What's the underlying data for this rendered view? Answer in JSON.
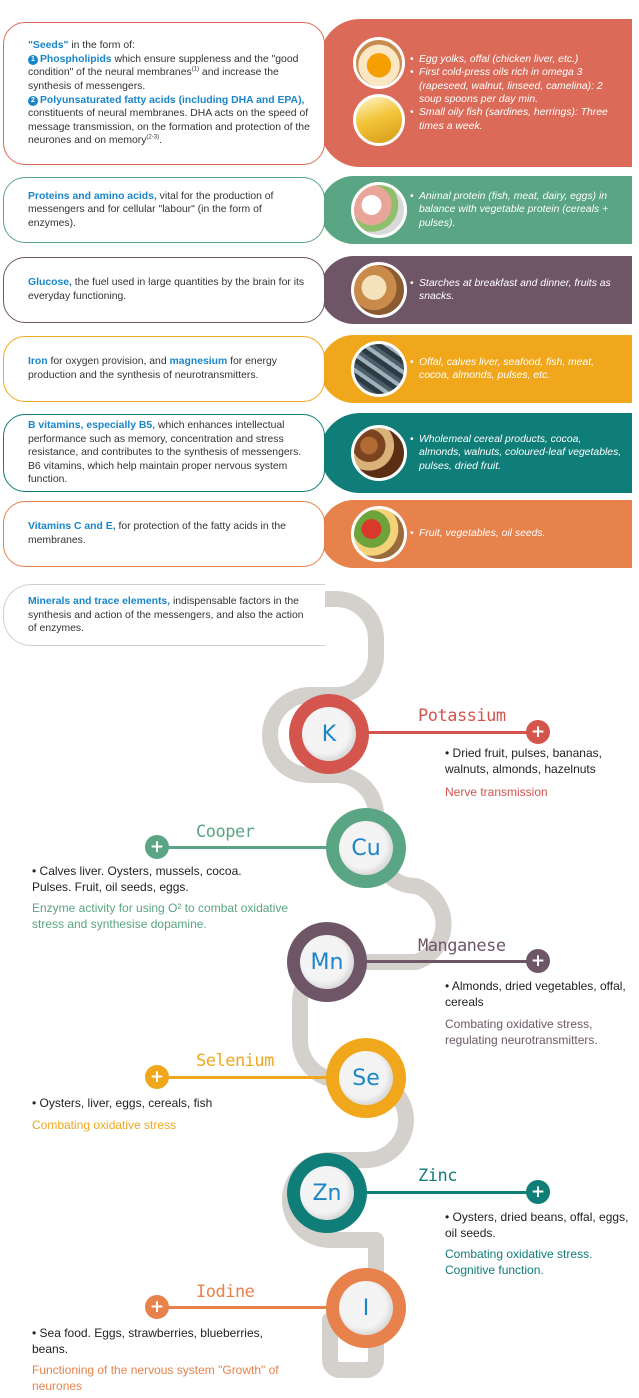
{
  "colors": {
    "seeds": "#db6b58",
    "proteins": "#5aa583",
    "glucose": "#6f5667",
    "iron": "#f0a71c",
    "vitb": "#0f7d78",
    "vitce": "#e8824c",
    "minerals": "#d0d0d0",
    "potassium": "#d4554e",
    "copper": "#5aa583",
    "manganese": "#6f5667",
    "selenium": "#f0a71c",
    "zinc": "#0f7d78",
    "iodine": "#e8824c",
    "accent_blue": "#1a86c8"
  },
  "nutrients": [
    {
      "id": "seeds",
      "title": "\"Seeds\"",
      "title_rest": " in the form of:",
      "n1": "1",
      "p1_hl": "Phospholipids",
      "p1_rest": " which ensure suppleness and the \"good condition\" of the neural membranes",
      "p1_sup": "(1)",
      "p1_end": " and increase the synthesis of messengers.",
      "n2": "2",
      "p2_hl": "Polyunsaturated fatty acids (including DHA and EPA),",
      "p2_rest": " constituents of neural membranes. DHA acts on the speed of message transmission, on the formation and protection of the neurones and on memory",
      "p2_sup": "(2-3)",
      "p2_end": ".",
      "sources": [
        "Egg yolks, offal (chicken liver, etc.)",
        "First cold-press oils rich in omega 3 (rapeseed, walnut, linseed, camelina): 2 soup spoons per day min.",
        "Small oily fish (sardines, herrings): Three times a week."
      ]
    },
    {
      "id": "proteins",
      "hl": "Proteins and amino acids,",
      "rest": " vital for the production of messengers and for cellular \"labour\" (in the form of enzymes).",
      "sources": [
        "Animal protein (fish, meat, dairy, eggs) in balance with vegetable protein (cereals + pulses)."
      ]
    },
    {
      "id": "glucose",
      "hl": "Glucose,",
      "rest": " the fuel used in large quantities by the brain for its everyday functioning.",
      "sources": [
        "Starches at breakfast and dinner, fruits as snacks."
      ]
    },
    {
      "id": "iron",
      "hl": "Iron",
      "mid": " for oxygen provision, and ",
      "hl2": "magnesium",
      "rest": " for energy production and the synthesis of neurotransmitters.",
      "sources": [
        "Offal, calves liver, seafood, fish, meat, cocoa, almonds, pulses, etc."
      ]
    },
    {
      "id": "vitb",
      "hl": "B vitamins, especially B5,",
      "rest": " which enhances intellectual performance such as memory, concentration and stress resistance, and contributes to the synthesis of messengers. B6 vitamins, which help maintain proper nervous system function.",
      "sources": [
        "Wholemeal cereal products, cocoa, almonds, walnuts, coloured-leaf vegetables, pulses, dried fruit."
      ]
    },
    {
      "id": "vitce",
      "hl": "Vitamins C and E,",
      "rest": " for protection of the fatty acids in the membranes.",
      "sources": [
        "Fruit, vegetables, oil seeds."
      ]
    }
  ],
  "minerals": {
    "hl": "Minerals and trace elements,",
    "rest": " indispensable factors in the synthesis and action of the messengers, and also the action of enzymes."
  },
  "elements": [
    {
      "symbol": "K",
      "name": "Potassium",
      "sources": "• Dried fruit, pulses, bananas, walnuts, almonds, hazelnuts",
      "role": "Nerve transmission",
      "side": "right",
      "plus": "+"
    },
    {
      "symbol": "Cu",
      "name": "Cooper",
      "sources": "• Calves liver. Oysters, mussels, cocoa. Pulses. Fruit, oil seeds, eggs.",
      "role": "Enzyme activity for using O² to combat oxidative stress and synthesise dopamine.",
      "side": "left",
      "plus": "+"
    },
    {
      "symbol": "Mn",
      "name": "Manganese",
      "sources": "• Almonds, dried vegetables, offal, cereals",
      "role": "Combating oxidative stress, regulating neurotransmitters.",
      "side": "right",
      "plus": "+"
    },
    {
      "symbol": "Se",
      "name": "Selenium",
      "sources": "• Oysters, liver, eggs, cereals, fish",
      "role": "Combating oxidative stress",
      "side": "left",
      "plus": "+"
    },
    {
      "symbol": "Zn",
      "name": "Zinc",
      "sources": "• Oysters, dried beans, offal, eggs, oil seeds.",
      "role": "Combating oxidative stress. Cognitive function.",
      "side": "right",
      "plus": "+"
    },
    {
      "symbol": "I",
      "name": "Iodine",
      "sources": "• Sea food. Eggs, strawberries, blueberries, beans.",
      "role": "Functioning of the nervous system \"Growth\" of neurones",
      "side": "left",
      "plus": "+"
    }
  ],
  "icons": [
    "egg-yolk-icon",
    "oil-bottle-icon",
    "milk-meat-icon",
    "bread-icon",
    "fish-icon",
    "nuts-icon",
    "vegetables-icon",
    "plus-icon"
  ]
}
